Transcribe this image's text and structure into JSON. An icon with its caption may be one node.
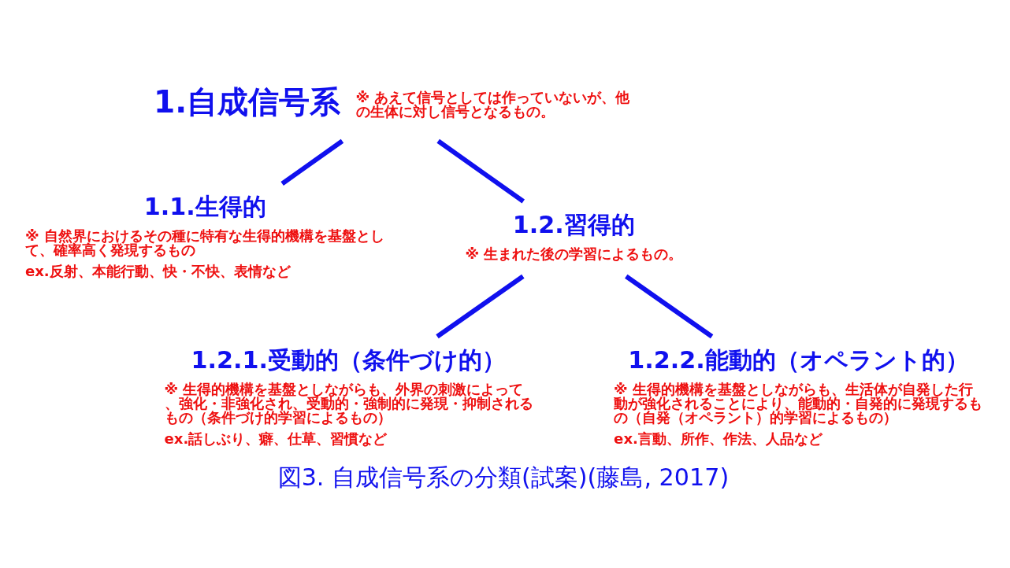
{
  "diagram": {
    "caption": "図3. 自成信号系の分類(試案)(藤島, 2017)",
    "nodes": [
      {
        "text": [
          "1.自成信号系"
        ],
        "beside": [
          "※ あえて信号としては作っていないが、他の生体に対し信号となるもの。"
        ]
      },
      {
        "text": [
          "1.1.生得的"
        ],
        "beside": [
          "※ 自然界におけるその種に特有な生得的機構を基盤として、確率高く発現するもの",
          "ex.反射、本能行動、快・不快、表情など"
        ]
      },
      {
        "text": [
          "1.2.習得的"
        ],
        "beside": [
          "※ 生まれた後の学習によるもの。"
        ]
      },
      {
        "text": [
          "1.2.1.受動的（条件づけ的）"
        ],
        "beside": [
          "※ 生得的機構を基盤としながらも、外界の刺激によって、強化・非強化され、受動的・強制的に発現・抑制されるもの（条件づけ的学習によるもの）",
          "ex.話しぶり、癖、仕草、習慣など"
        ]
      },
      {
        "text": [
          "1.2.2.能動的（オペラント的）"
        ],
        "beside": [
          "※ 生得的機構を基盤としながらも、生活体が自発した行動が強化されることにより、能動的・自発的に発現するもの（自発（オペラント）的学習によるもの）",
          "ex.言動、所作、作法、人品など"
        ]
      }
    ],
    "edges": [
      {
        "from": 0,
        "to": 1,
        "arrow": "none"
      },
      {
        "from": 0,
        "to": 2,
        "arrow": "none"
      },
      {
        "from": 2,
        "to": 3,
        "arrow": "none"
      },
      {
        "from": 2,
        "to": 4,
        "arrow": "none"
      }
    ]
  }
}
